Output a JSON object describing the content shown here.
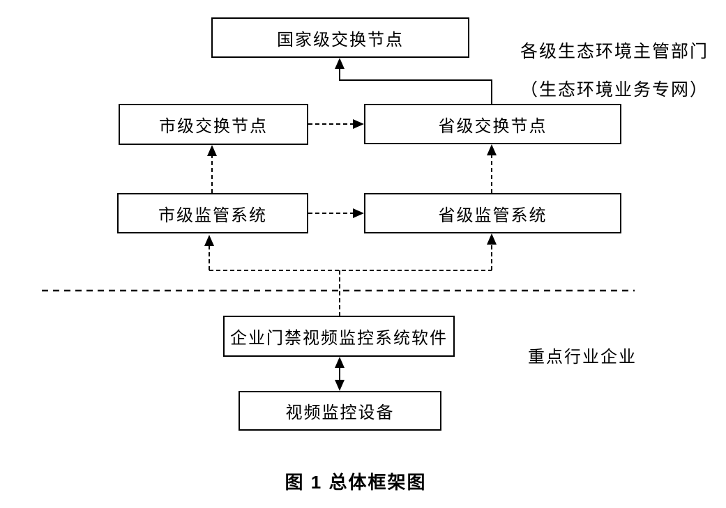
{
  "diagram": {
    "nodes": {
      "national_exchange": "国家级交换节点",
      "city_exchange": "市级交换节点",
      "province_exchange": "省级交换节点",
      "city_supervision": "市级监管系统",
      "province_supervision": "省级监管系统",
      "enterprise_software": "企业门禁视频监控系统软件",
      "video_device": "视频监控设备"
    },
    "labels": {
      "gov_departments_line1": "各级生态环境主管部门",
      "gov_departments_line2": "（生态环境业务专网）",
      "key_industry_enterprises": "重点行业企业"
    },
    "caption": "图 1 总体框架图",
    "colors": {
      "line": "#000000",
      "box_border": "#000000",
      "text": "#000000",
      "background": "#ffffff"
    }
  }
}
